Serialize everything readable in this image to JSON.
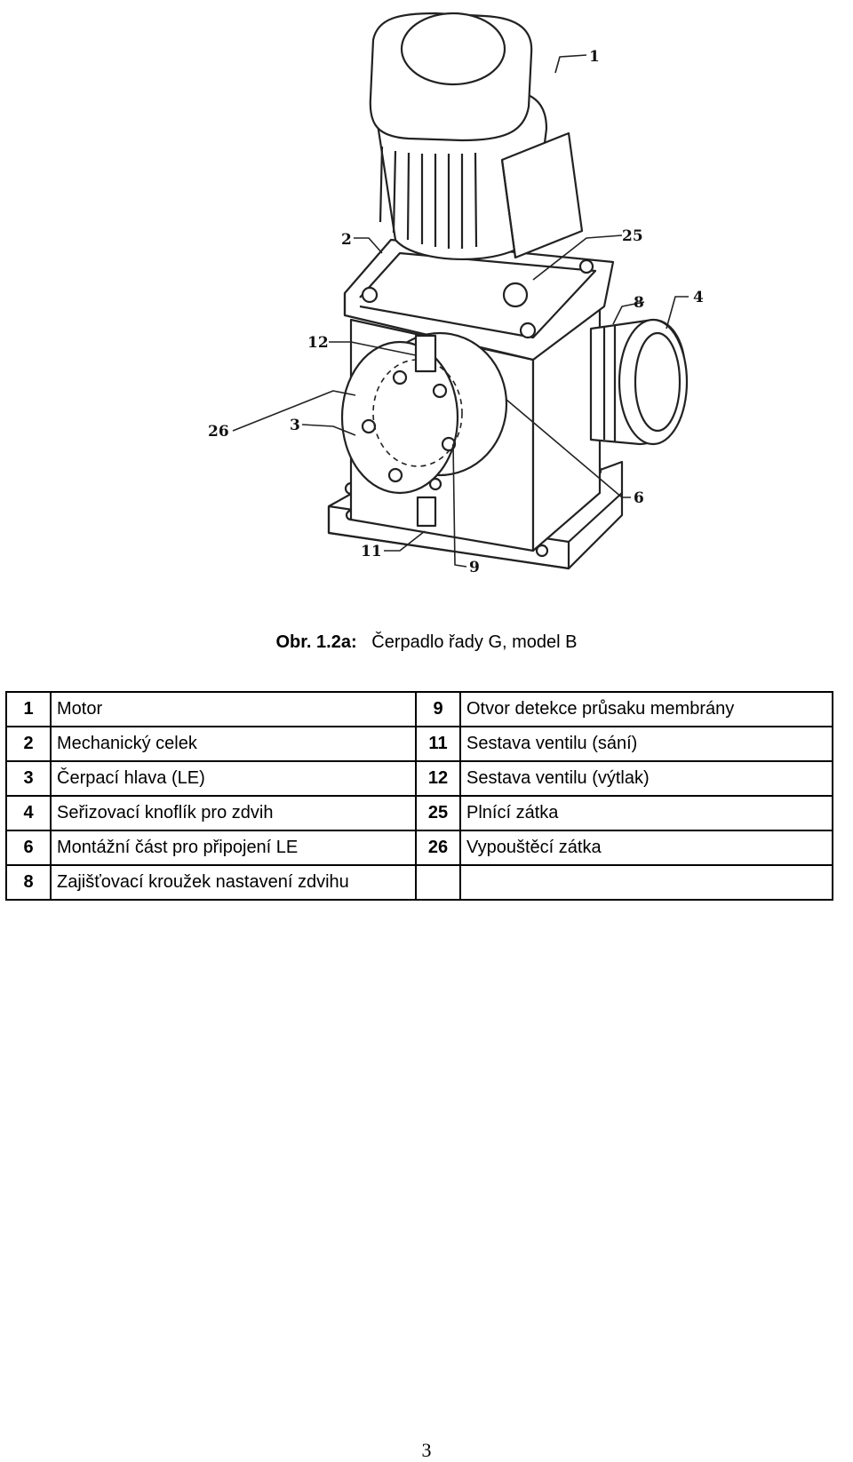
{
  "figure": {
    "callouts": [
      "1",
      "2",
      "25",
      "8",
      "4",
      "12",
      "26",
      "3",
      "6",
      "11",
      "9"
    ]
  },
  "caption": {
    "number": "Obr. 1.2a:",
    "text": "Čerpadlo řady G, model B"
  },
  "parts": [
    {
      "n1": "1",
      "d1": "Motor",
      "n2": "9",
      "d2": "Otvor detekce průsaku membrány"
    },
    {
      "n1": "2",
      "d1": "Mechanický celek",
      "n2": "11",
      "d2": "Sestava ventilu (sání)"
    },
    {
      "n1": "3",
      "d1": "Čerpací hlava (LE)",
      "n2": "12",
      "d2": "Sestava ventilu (výtlak)"
    },
    {
      "n1": "4",
      "d1": "Seřizovací knoflík pro zdvih",
      "n2": "25",
      "d2": "Plnící zátka"
    },
    {
      "n1": "6",
      "d1": "Montážní část pro připojení LE",
      "n2": "26",
      "d2": "Vypouštěcí zátka"
    },
    {
      "n1": "8",
      "d1": "Zajišťovací kroužek nastavení zdvihu",
      "n2": "",
      "d2": ""
    }
  ],
  "page_number": "3"
}
